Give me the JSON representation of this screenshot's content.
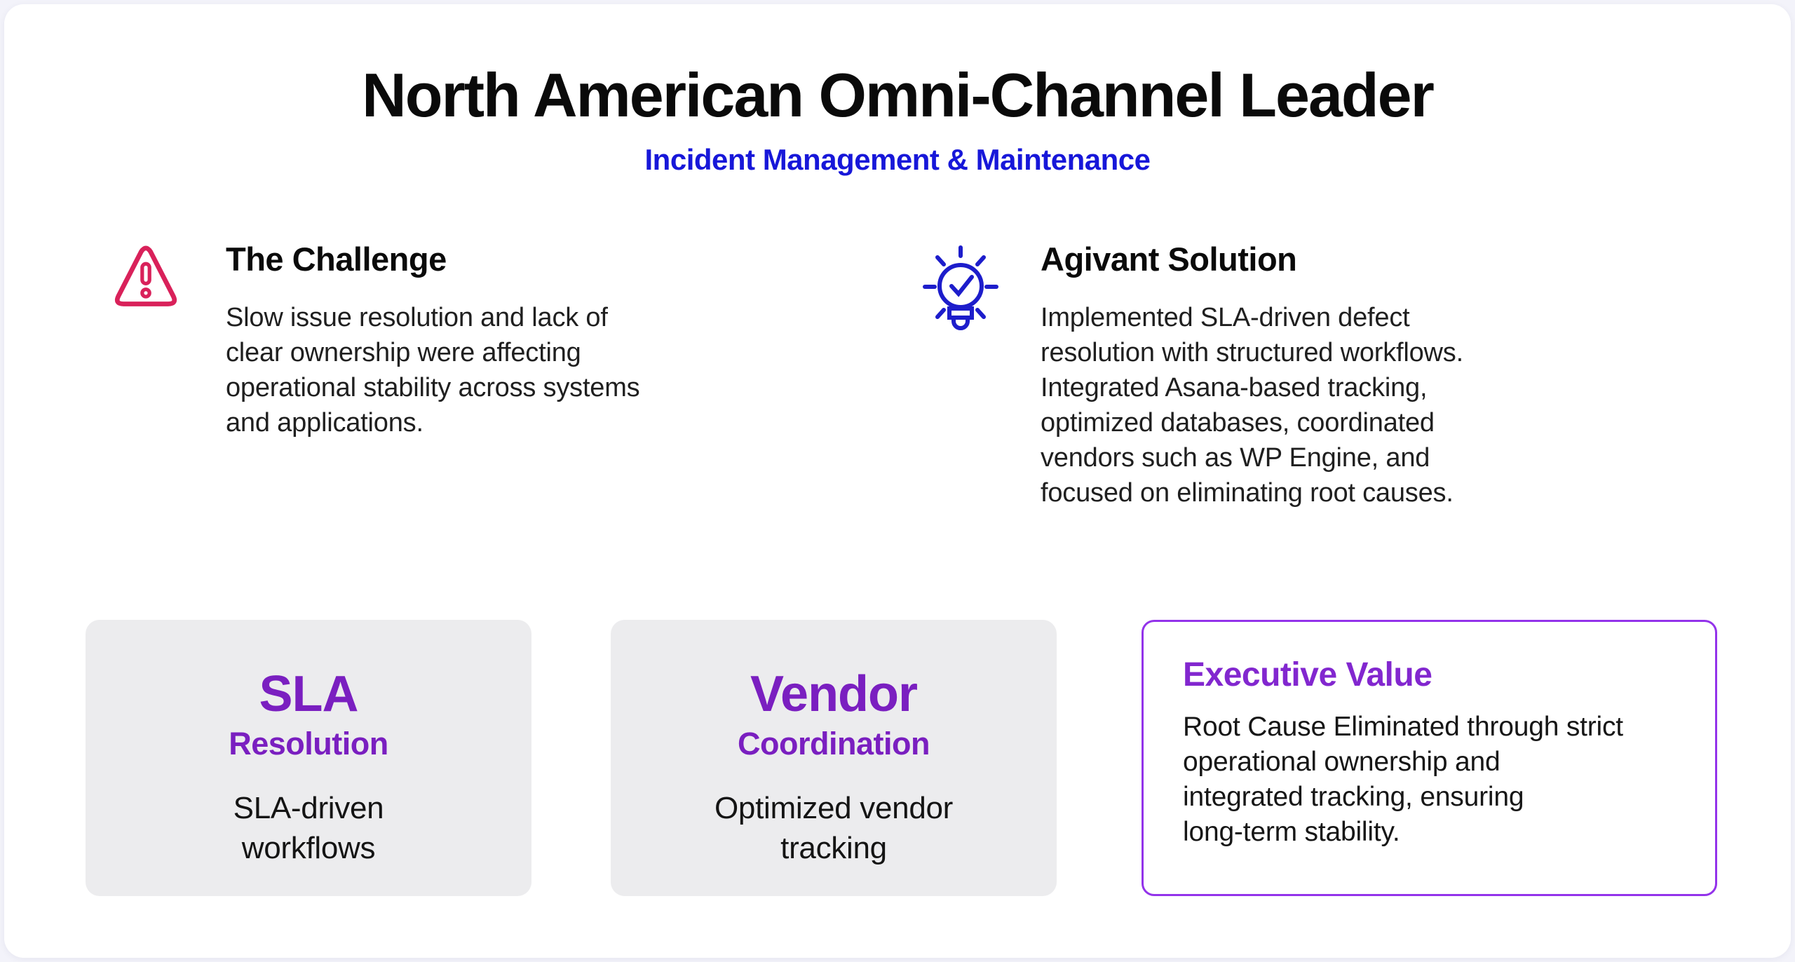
{
  "page": {
    "title": "North American Omni-Channel Leader",
    "subtitle": "Incident Management & Maintenance"
  },
  "challenge": {
    "icon": "warning-triangle-icon",
    "heading": "The Challenge",
    "body": "Slow issue resolution and lack of\nclear ownership were affecting\noperational stability across systems\nand applications."
  },
  "solution": {
    "icon": "lightbulb-check-icon",
    "heading": "Agivant Solution",
    "body": "Implemented SLA-driven defect\nresolution with structured workflows.\nIntegrated Asana-based tracking,\noptimized databases, coordinated\nvendors such as WP Engine, and\nfocused on eliminating root causes."
  },
  "cards": [
    {
      "title": "SLA",
      "subtitle": "Resolution",
      "body": "SLA-driven\nworkflows"
    },
    {
      "title": "Vendor",
      "subtitle": "Coordination",
      "body": "Optimized vendor\ntracking"
    }
  ],
  "executive": {
    "heading": "Executive Value",
    "body": "Root Cause Eliminated through strict\noperational ownership and\nintegrated tracking, ensuring\nlong-term stability."
  },
  "colors": {
    "title_text": "#0a0a0a",
    "subtitle_blue": "#1717d9",
    "warning_pink": "#d9215a",
    "bulb_blue": "#1d1dcb",
    "card_purple": "#7a1fc0",
    "exec_purple": "#8227cf",
    "exec_border_purple": "#9333ea",
    "card_gray_bg": "#ececee"
  }
}
